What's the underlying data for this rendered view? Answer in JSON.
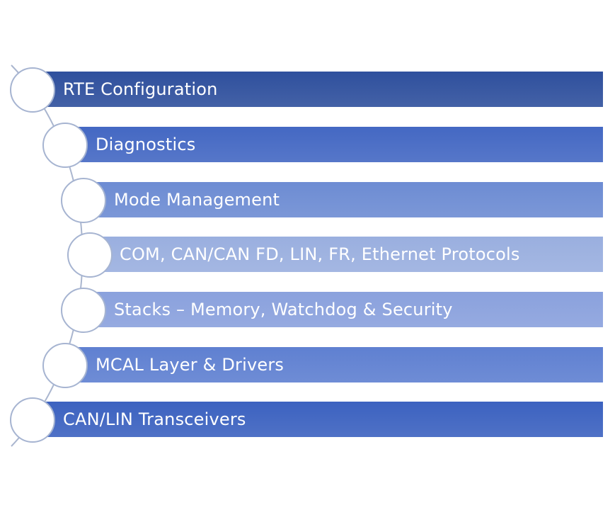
{
  "layers": [
    {
      "label": "RTE Configuration",
      "color": "#2f509d"
    },
    {
      "label": "Diagnostics",
      "color": "#4468c3"
    },
    {
      "label": "Mode Management",
      "color": "#6d8cd3"
    },
    {
      "label": "COM, CAN/CAN FD, LIN, FR, Ethernet Protocols",
      "color": "#9aafdf"
    },
    {
      "label": "Stacks – Memory, Watchdog & Security",
      "color": "#8aa1dd"
    },
    {
      "label": "MCAL Layer & Drivers",
      "color": "#5f80d1"
    },
    {
      "label": "CAN/LIN Transceivers",
      "color": "#3c62c0"
    }
  ]
}
